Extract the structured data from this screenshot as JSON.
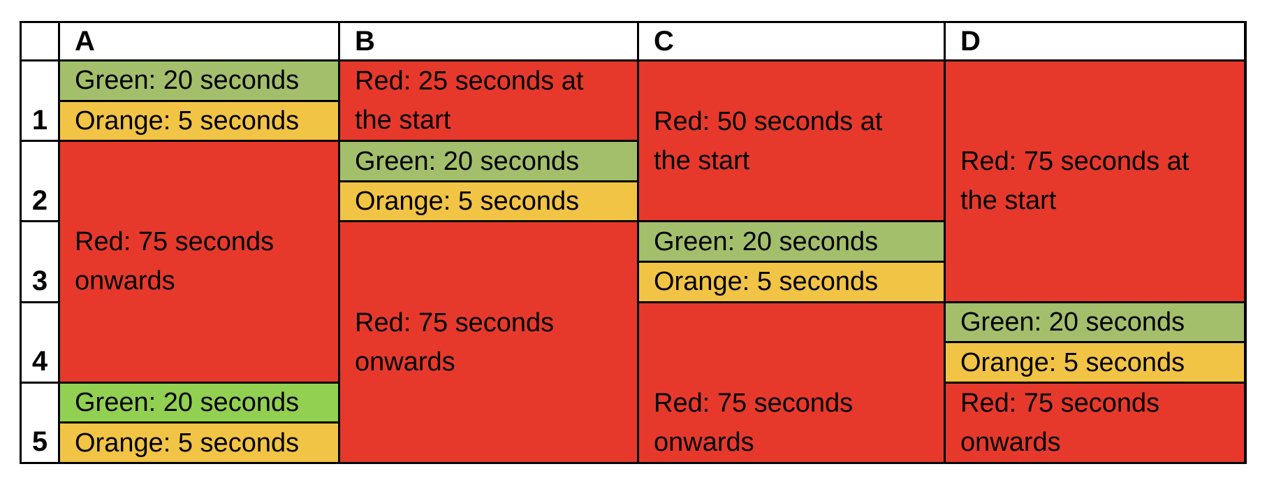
{
  "page": {
    "background": "#FFFFFF"
  },
  "table": {
    "header": {
      "corner": "",
      "columns": [
        "A",
        "B",
        "C",
        "D"
      ]
    },
    "row_labels": [
      "1",
      "2",
      "3",
      "4",
      "5"
    ],
    "colors": {
      "red": "#E6392C",
      "green": "#A3BF6B",
      "green_bright": "#92D052",
      "orange": "#F2C445",
      "border": "#000000",
      "cell_background": "#FFFFFF",
      "text": "#000000"
    },
    "columns": [
      {
        "id": "A",
        "segments": [
          {
            "rows": 1,
            "color": "green",
            "lines": [
              "Green: 20 seconds"
            ]
          },
          {
            "rows": 1,
            "color": "orange",
            "lines": [
              "Orange: 5 seconds"
            ]
          },
          {
            "rows": 6,
            "color": "red",
            "lines": [
              "Red: 75 seconds",
              "onwards"
            ]
          },
          {
            "rows": 1,
            "color": "green_bright",
            "lines": [
              "Green: 20 seconds"
            ]
          },
          {
            "rows": 1,
            "color": "orange",
            "lines": [
              "Orange: 5 seconds"
            ]
          }
        ]
      },
      {
        "id": "B",
        "segments": [
          {
            "rows": 2,
            "color": "red",
            "lines": [
              "Red: 25 seconds at",
              "the start"
            ]
          },
          {
            "rows": 1,
            "color": "green",
            "lines": [
              "Green: 20 seconds"
            ]
          },
          {
            "rows": 1,
            "color": "orange",
            "lines": [
              "Orange: 5 seconds"
            ]
          },
          {
            "rows": 6,
            "color": "red",
            "lines": [
              "Red: 75 seconds",
              "onwards"
            ]
          }
        ]
      },
      {
        "id": "C",
        "segments": [
          {
            "rows": 4,
            "color": "red",
            "lines": [
              "Red: 50 seconds at",
              "the start"
            ]
          },
          {
            "rows": 1,
            "color": "green",
            "lines": [
              "Green: 20 seconds"
            ]
          },
          {
            "rows": 1,
            "color": "orange",
            "lines": [
              "Orange: 5 seconds"
            ]
          },
          {
            "rows": 4,
            "color": "red",
            "lines": [
              "Red: 75 seconds",
              "onwards"
            ],
            "text_valign": "last-two-rows"
          }
        ]
      },
      {
        "id": "D",
        "segments": [
          {
            "rows": 6,
            "color": "red",
            "lines": [
              "Red: 75 seconds at",
              "the start"
            ]
          },
          {
            "rows": 1,
            "color": "green",
            "lines": [
              "Green: 20 seconds"
            ]
          },
          {
            "rows": 1,
            "color": "orange",
            "lines": [
              "Orange: 5 seconds"
            ]
          },
          {
            "rows": 2,
            "color": "red",
            "lines": [
              "Red: 75 seconds",
              "onwards"
            ]
          }
        ]
      }
    ]
  }
}
